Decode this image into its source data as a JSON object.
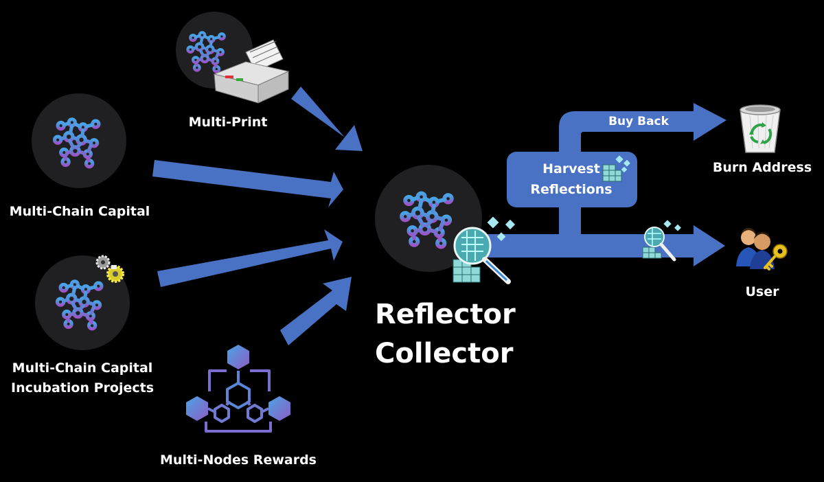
{
  "nodes": {
    "multi_print": "Multi-Print",
    "multi_chain_capital": "Multi-Chain Capital",
    "incubation_line1": "Multi-Chain Capital",
    "incubation_line2": "Incubation Projects",
    "multi_nodes_rewards": "Multi-Nodes Rewards",
    "reflector_line1": "Reflector",
    "reflector_line2": "Collector",
    "harvest_line1": "Harvest",
    "harvest_line2": "Reflections",
    "buy_back": "Buy Back",
    "burn_address": "Burn Address",
    "user": "User"
  },
  "colors": {
    "background": "#000000",
    "arrow": "#4a72c4",
    "node_circle": "#202022",
    "logo_blue": "#4a9ee0",
    "logo_purple": "#8d5cc4"
  },
  "icons": [
    "multi-chain-logo-icon",
    "printer-icon",
    "gears-icon",
    "hexagon-network-icon",
    "harvest-grid-icon",
    "magnifier-grid-icon",
    "recycle-bin-icon",
    "users-key-icon"
  ]
}
